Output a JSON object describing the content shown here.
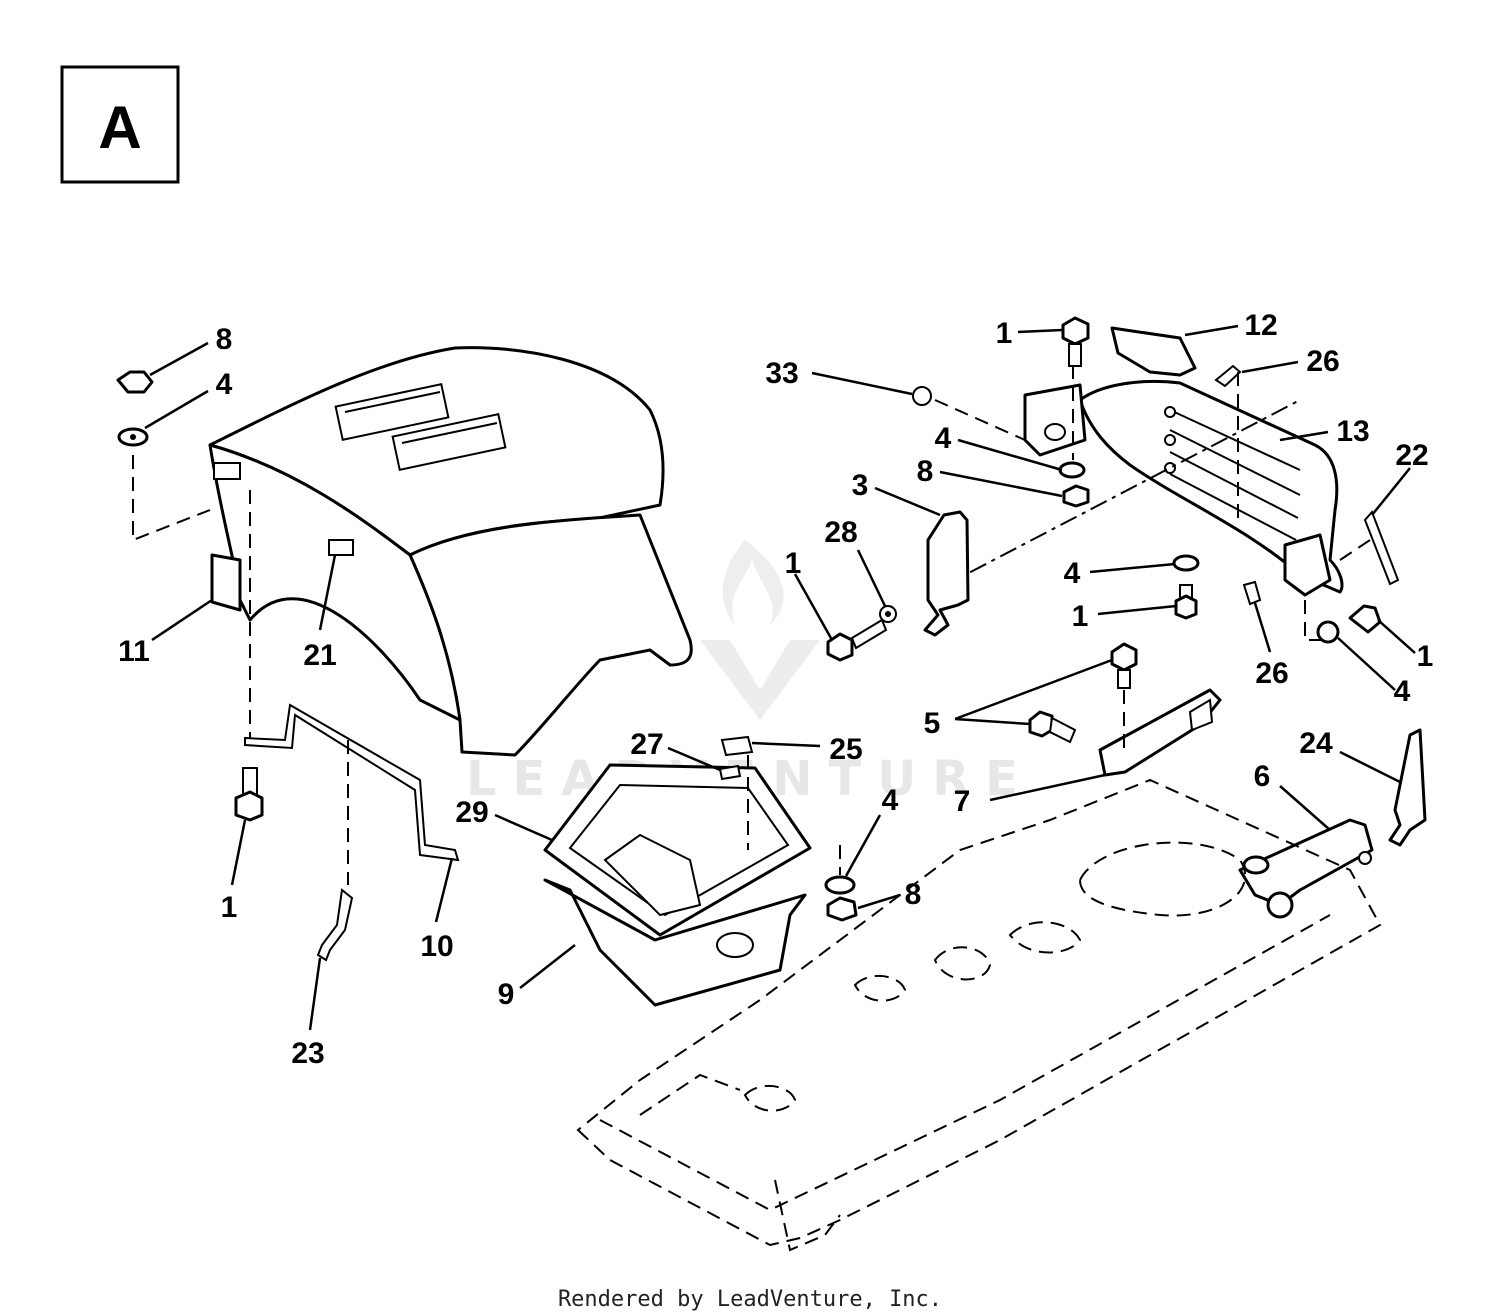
{
  "section_letter": "A",
  "watermark": "LEADVENTURE",
  "footer": "Rendered by LeadVenture, Inc.",
  "callouts": [
    {
      "id": "c-8a",
      "label": "8"
    },
    {
      "id": "c-4a",
      "label": "4"
    },
    {
      "id": "c-11",
      "label": "11"
    },
    {
      "id": "c-21",
      "label": "21"
    },
    {
      "id": "c-1a",
      "label": "1"
    },
    {
      "id": "c-23",
      "label": "23"
    },
    {
      "id": "c-10",
      "label": "10"
    },
    {
      "id": "c-29",
      "label": "29"
    },
    {
      "id": "c-27",
      "label": "27"
    },
    {
      "id": "c-25",
      "label": "25"
    },
    {
      "id": "c-9",
      "label": "9"
    },
    {
      "id": "c-4b",
      "label": "4"
    },
    {
      "id": "c-8b",
      "label": "8"
    },
    {
      "id": "c-1b",
      "label": "1"
    },
    {
      "id": "c-12",
      "label": "12"
    },
    {
      "id": "c-33",
      "label": "33"
    },
    {
      "id": "c-26a",
      "label": "26"
    },
    {
      "id": "c-13",
      "label": "13"
    },
    {
      "id": "c-4c",
      "label": "4"
    },
    {
      "id": "c-8c",
      "label": "8"
    },
    {
      "id": "c-3",
      "label": "3"
    },
    {
      "id": "c-28",
      "label": "28"
    },
    {
      "id": "c-1c",
      "label": "1"
    },
    {
      "id": "c-22",
      "label": "22"
    },
    {
      "id": "c-4d",
      "label": "4"
    },
    {
      "id": "c-1d",
      "label": "1"
    },
    {
      "id": "c-26b",
      "label": "26"
    },
    {
      "id": "c-1e",
      "label": "1"
    },
    {
      "id": "c-4e",
      "label": "4"
    },
    {
      "id": "c-5",
      "label": "5"
    },
    {
      "id": "c-7",
      "label": "7"
    },
    {
      "id": "c-24",
      "label": "24"
    },
    {
      "id": "c-6",
      "label": "6"
    }
  ]
}
